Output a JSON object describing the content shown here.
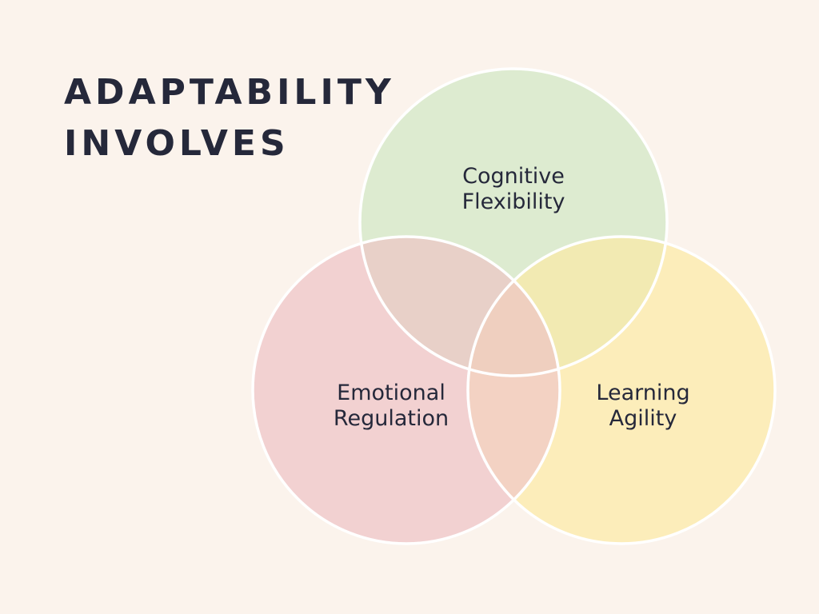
{
  "title": {
    "line1": "ADAPTABILITY",
    "line2": "INVOLVES"
  },
  "circles": {
    "cognitive": {
      "line1": "Cognitive",
      "line2": "Flexibility",
      "color": "#DDEBD0"
    },
    "emotional": {
      "line1": "Emotional",
      "line2": "Regulation",
      "color": "#F2D1D1"
    },
    "learning": {
      "line1": "Learning",
      "line2": "Agility",
      "color": "#FCEDBA"
    }
  },
  "colors": {
    "background": "#FBF3EC",
    "text": "#25283A",
    "outline": "#FFFFFF",
    "overlap_cognitive_emotional": "#E8D0C8",
    "overlap_cognitive_learning": "#F2EAB2",
    "overlap_emotional_learning": "#F3D2C3",
    "overlap_center": "#EFCFBF"
  }
}
